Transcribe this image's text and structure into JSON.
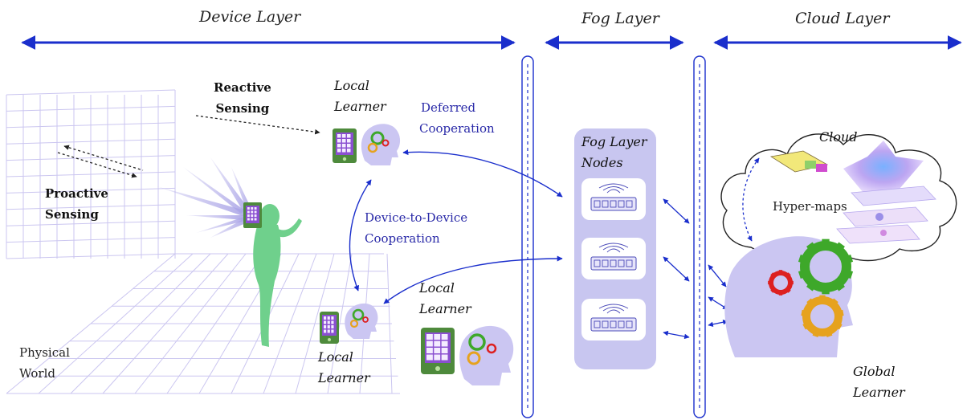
{
  "layers": {
    "device": "Device Layer",
    "fog": "Fog Layer",
    "cloud": "Cloud Layer"
  },
  "device_layer": {
    "reactive_sensing": [
      "Reactive",
      "Sensing"
    ],
    "proactive_sensing": [
      "Proactive",
      "Sensing"
    ],
    "local_learner_top": [
      "Local",
      "Learner"
    ],
    "deferred_cooperation": [
      "Deferred",
      "Cooperation"
    ],
    "d2d_cooperation": [
      "Device-to-Device",
      "Cooperation"
    ],
    "local_learner_mid": [
      "Local",
      "Learner"
    ],
    "local_learner_bottom": [
      "Local",
      "Learner"
    ],
    "physical_world": [
      "Physical",
      "World"
    ]
  },
  "fog_layer": {
    "nodes_label": [
      "Fog Layer",
      "Nodes"
    ]
  },
  "cloud_layer": {
    "cloud_label": "Cloud",
    "hyper_maps": "Hyper-maps",
    "global_learner": [
      "Global",
      "Learner"
    ]
  },
  "colors": {
    "arrow_blue": "#1a2ecc",
    "grid_purple": "#c9c4ef",
    "fog_box": "#c8c6f0",
    "head": "#cbc6f2",
    "person": "#6fd08c",
    "gear_green": "#3ea82a",
    "gear_orange": "#e6a21e",
    "gear_red": "#dd2020",
    "tablet": "#4e8a3c",
    "screen": "#8a4fd0"
  }
}
